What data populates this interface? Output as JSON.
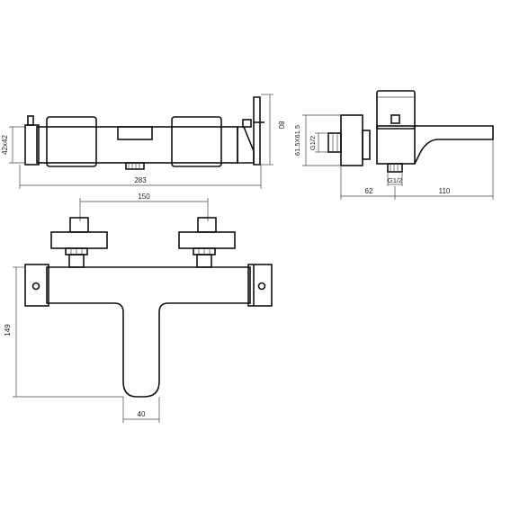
{
  "dimensions": {
    "width_283": "283",
    "height_80": "80",
    "square_42": "42x42",
    "square_61": "61.5X61.5",
    "thread_left": "G1/2",
    "thread_bottom": "G1/2",
    "depth_62": "62",
    "spout_110": "110",
    "spacing_150": "150",
    "height_149": "149",
    "spout_width_40": "40"
  }
}
